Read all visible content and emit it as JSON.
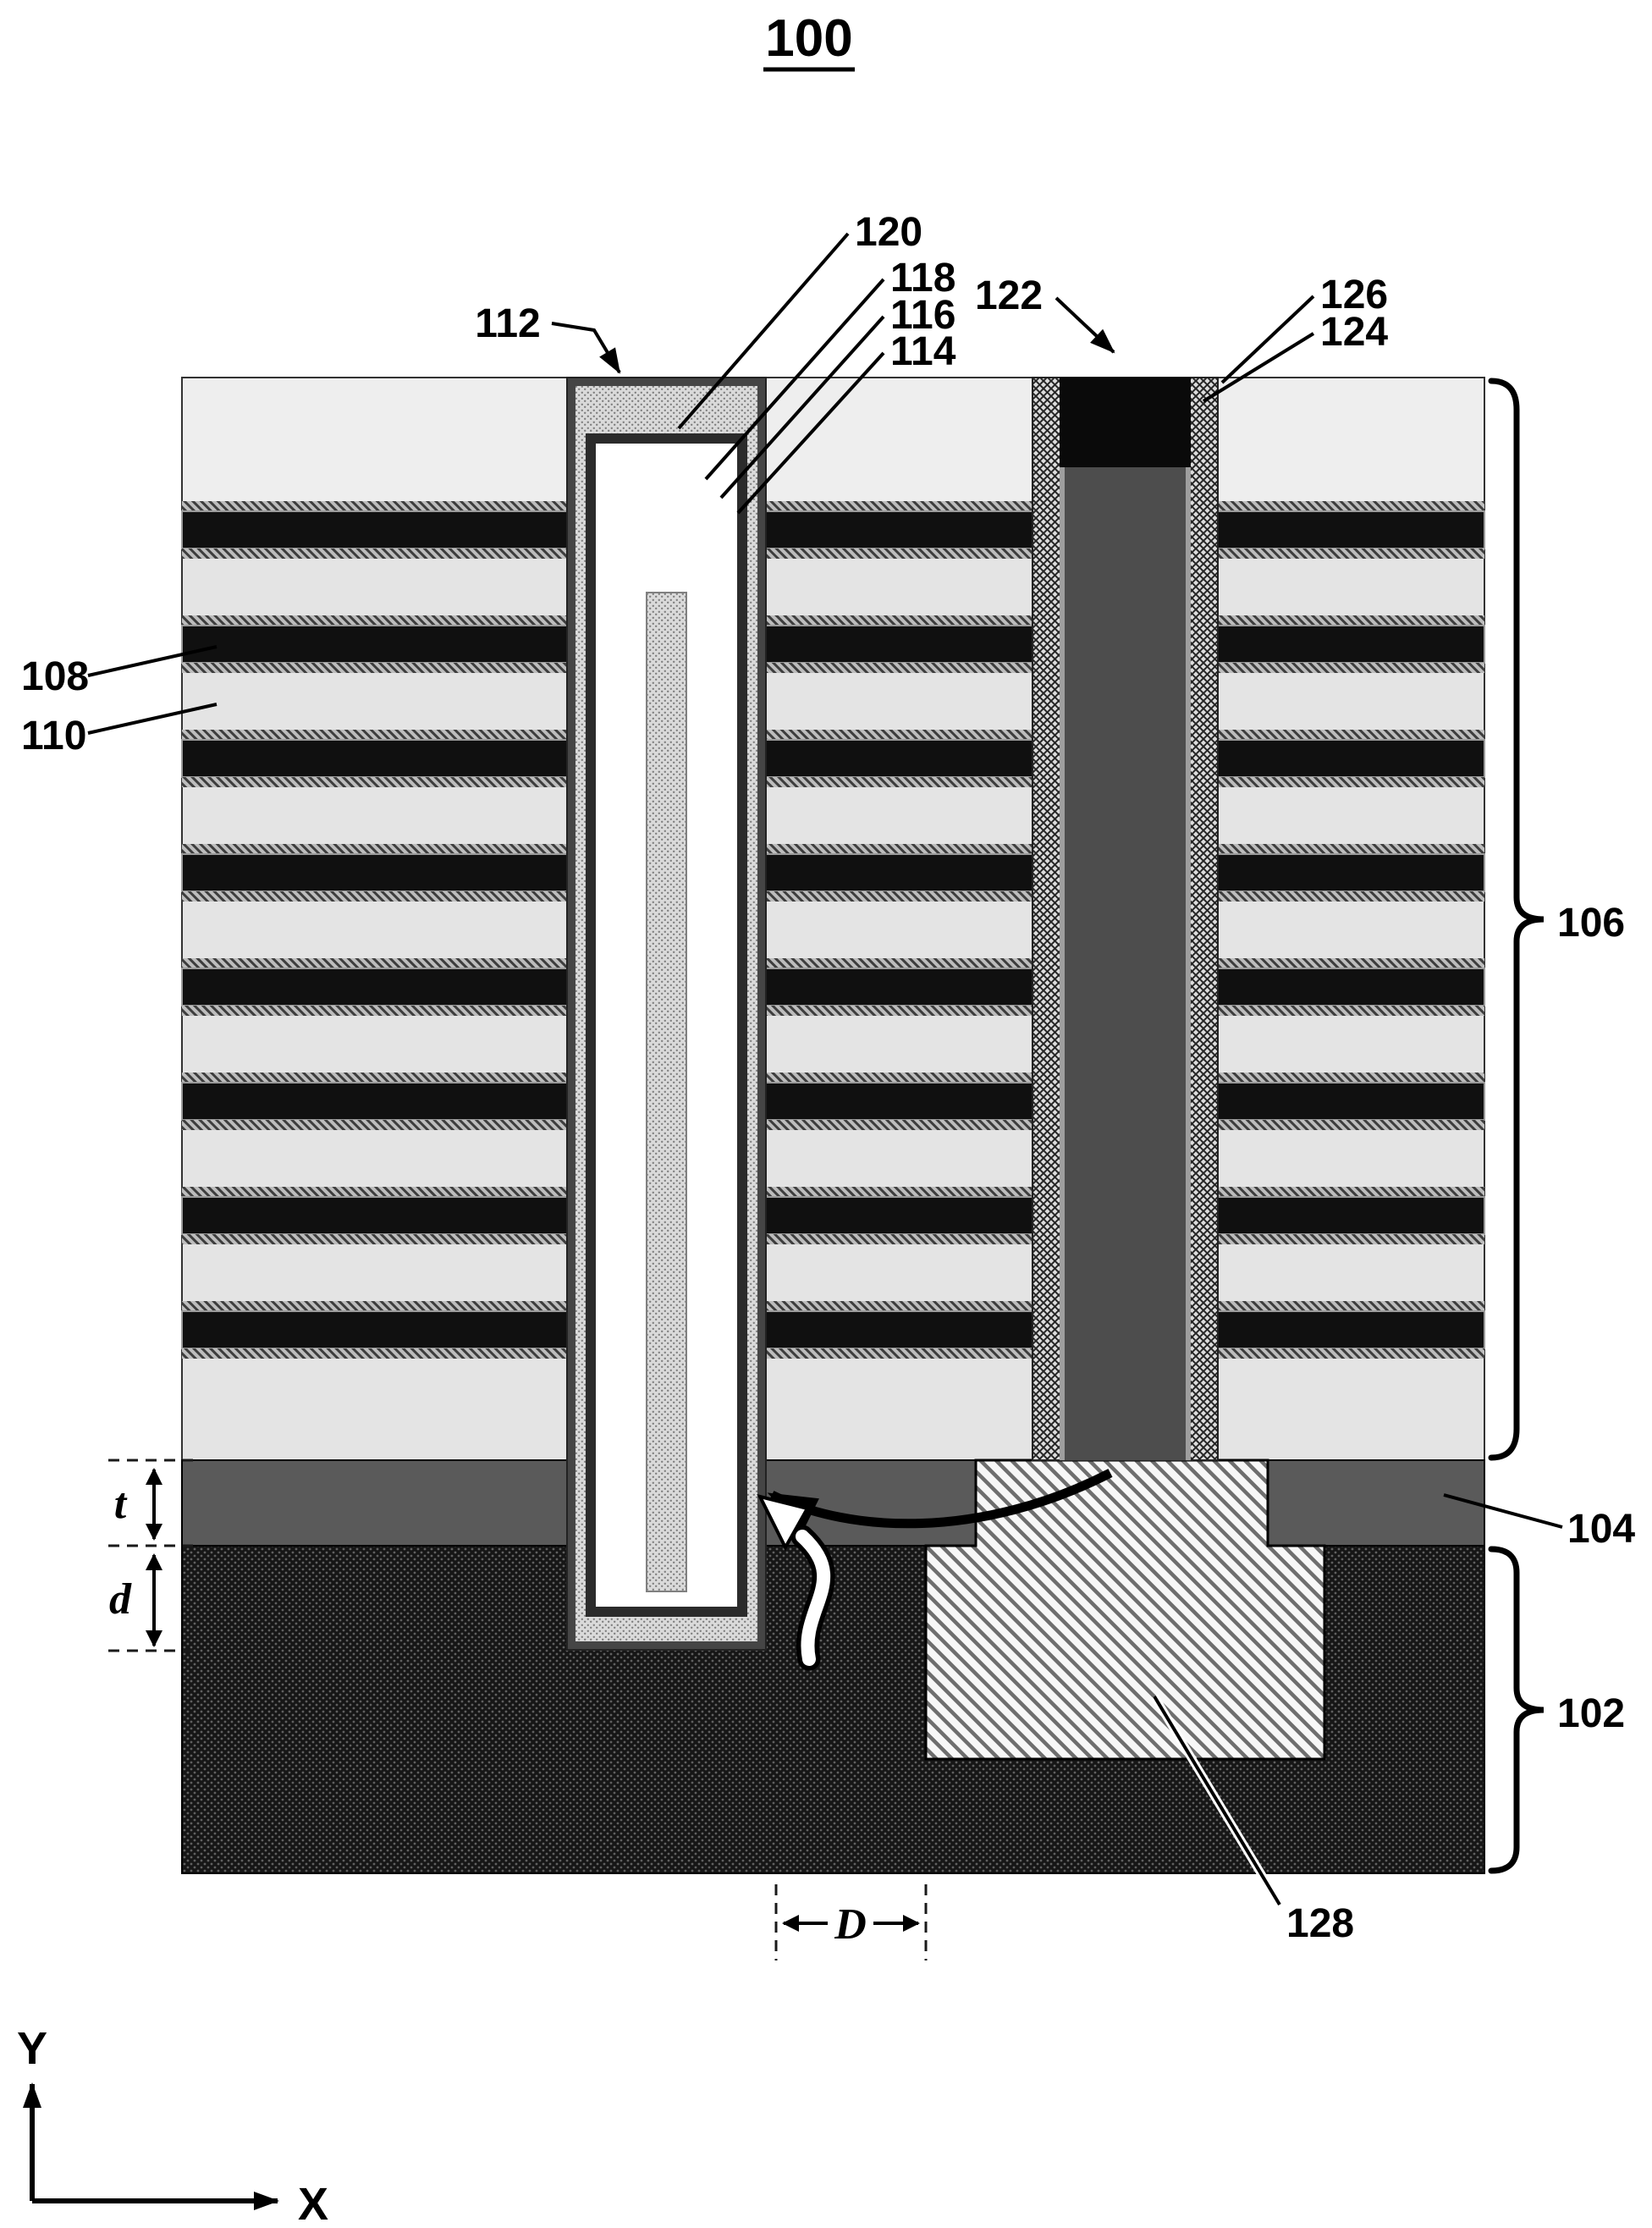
{
  "title": "100",
  "labels": {
    "112": "112",
    "120": "120",
    "118": "118",
    "116": "116",
    "114": "114",
    "122": "122",
    "126": "126",
    "124": "124",
    "108": "108",
    "110": "110",
    "106": "106",
    "104": "104",
    "102": "102",
    "128": "128"
  },
  "dimensions": {
    "t": "t",
    "d": "d",
    "D": "D"
  },
  "axes": {
    "x": "X",
    "y": "Y"
  },
  "colors": {
    "stack": "#e4e4e4",
    "word_line": "#101010",
    "etch_stop_layer": "#5a5a5a",
    "substrate": "#161616",
    "slit_fill": "#4d4d4d",
    "slit_cap": "#0a0a0a",
    "channel_white": "#ffffff"
  }
}
